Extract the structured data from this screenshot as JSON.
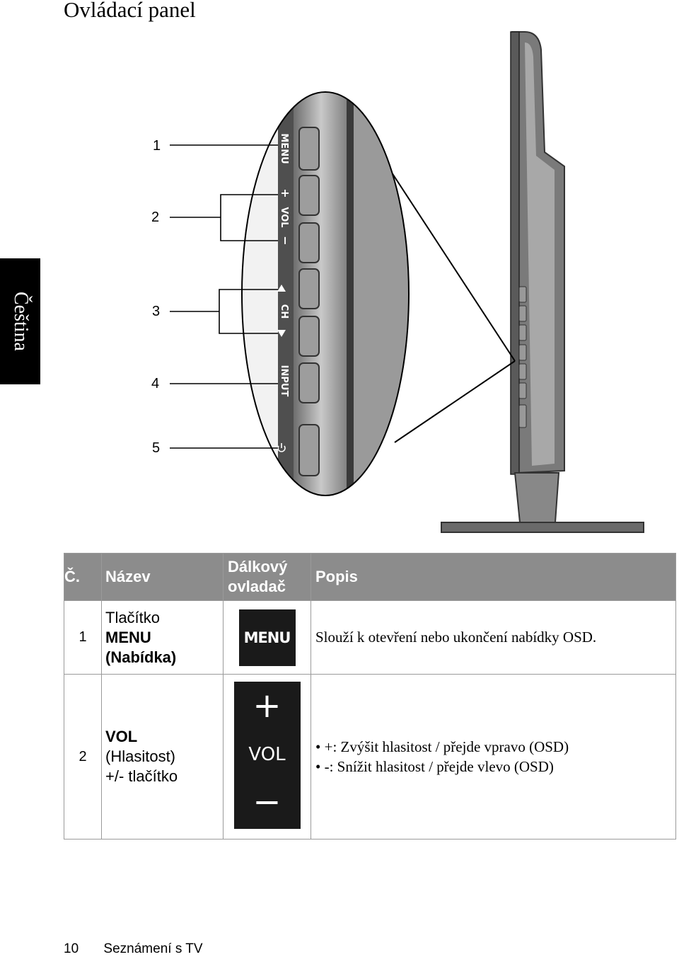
{
  "page": {
    "title": "Ovládací panel",
    "side_tab": "Čeština"
  },
  "figure": {
    "callouts": [
      "1",
      "2",
      "3",
      "4",
      "5"
    ],
    "panel_labels": {
      "menu": "MENU",
      "vol": "VOL",
      "plus": "+",
      "minus": "−",
      "ch": "CH",
      "input": "INPUT"
    }
  },
  "table": {
    "headers": {
      "no": "Č.",
      "name": "Název",
      "remote_line1": "Dálkový",
      "remote_line2": "ovladač",
      "desc": "Popis"
    },
    "rows": [
      {
        "no": "1",
        "name_line1": "Tlačítko",
        "name_line2": "MENU",
        "name_line3": "(Nabídka)",
        "remote_key": "MENU",
        "desc": "Slouží k otevření nebo ukončení nabídky OSD."
      },
      {
        "no": "2",
        "name_line1": "VOL",
        "name_line2": "(Hlasitost)",
        "name_line3": "+/- tlačítko",
        "remote_plus": "+",
        "remote_label": "VOL",
        "remote_minus": "−",
        "bullets": [
          "+: Zvýšit hlasitost / přejde vpravo (OSD)",
          "-: Snížit hlasitost / přejde vlevo (OSD)"
        ]
      }
    ]
  },
  "footer": {
    "page_number": "10",
    "section": "Seznámení s TV"
  }
}
